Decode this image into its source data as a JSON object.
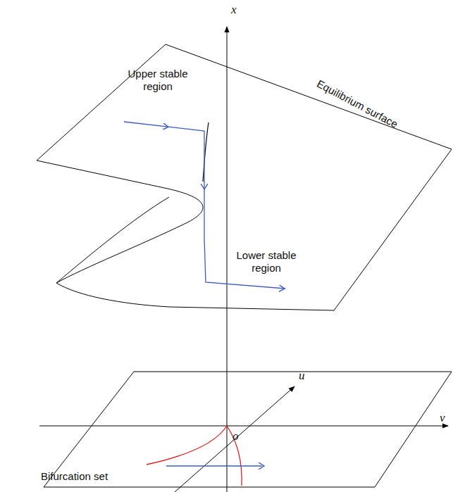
{
  "diagram": {
    "labels": [
      "x",
      "Upper stable region",
      "Equilibrium surface",
      "Lower stable region",
      "u",
      "o",
      "v",
      "Bifurcation set"
    ]
  }
}
